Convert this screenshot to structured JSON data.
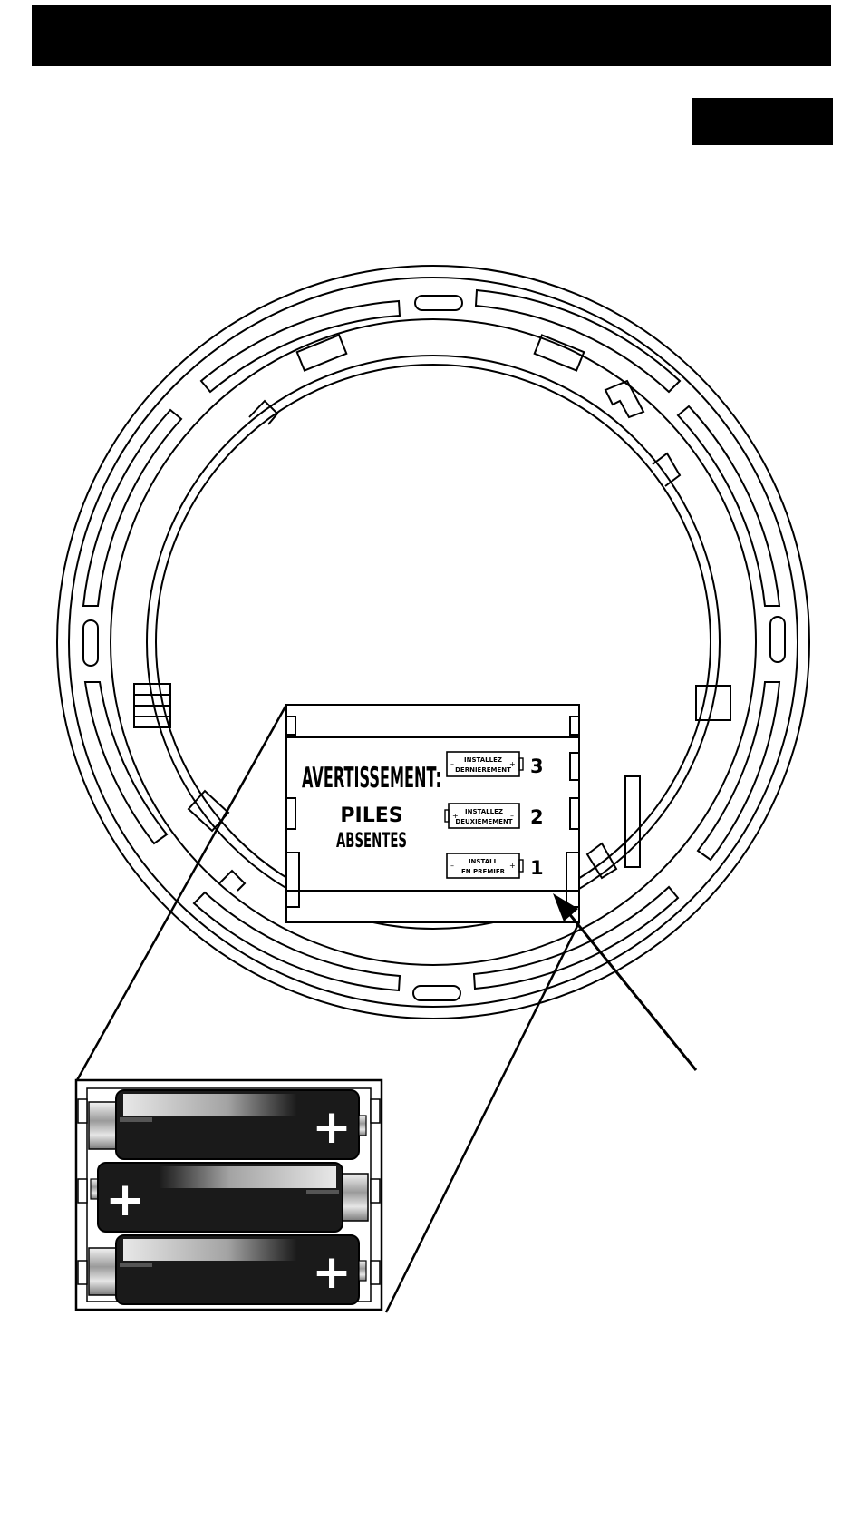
{
  "colors": {
    "ink": "#000000",
    "paper": "#ffffff",
    "battery_body": "#1a1a1a",
    "battery_metal": "#c8c8c8"
  },
  "compartment": {
    "warning_title": "AVERTISSEMENT:",
    "warning_line1": "PILES",
    "warning_line2": "ABSENTES",
    "slots": [
      {
        "order": "3",
        "line1": "INSTALLEZ",
        "line2": "DERNIÈREMENT"
      },
      {
        "order": "2",
        "line1": "INSTALLEZ",
        "line2": "DEUXIÈMEMENT"
      },
      {
        "order": "1",
        "line1": "INSTALL",
        "line2": "EN PREMIER"
      }
    ]
  },
  "polarity": {
    "plus": "+",
    "minus": "–"
  },
  "icons": {
    "header_bar": "black-banner",
    "tab": "black-tab",
    "arrow": "pointer-arrow"
  }
}
